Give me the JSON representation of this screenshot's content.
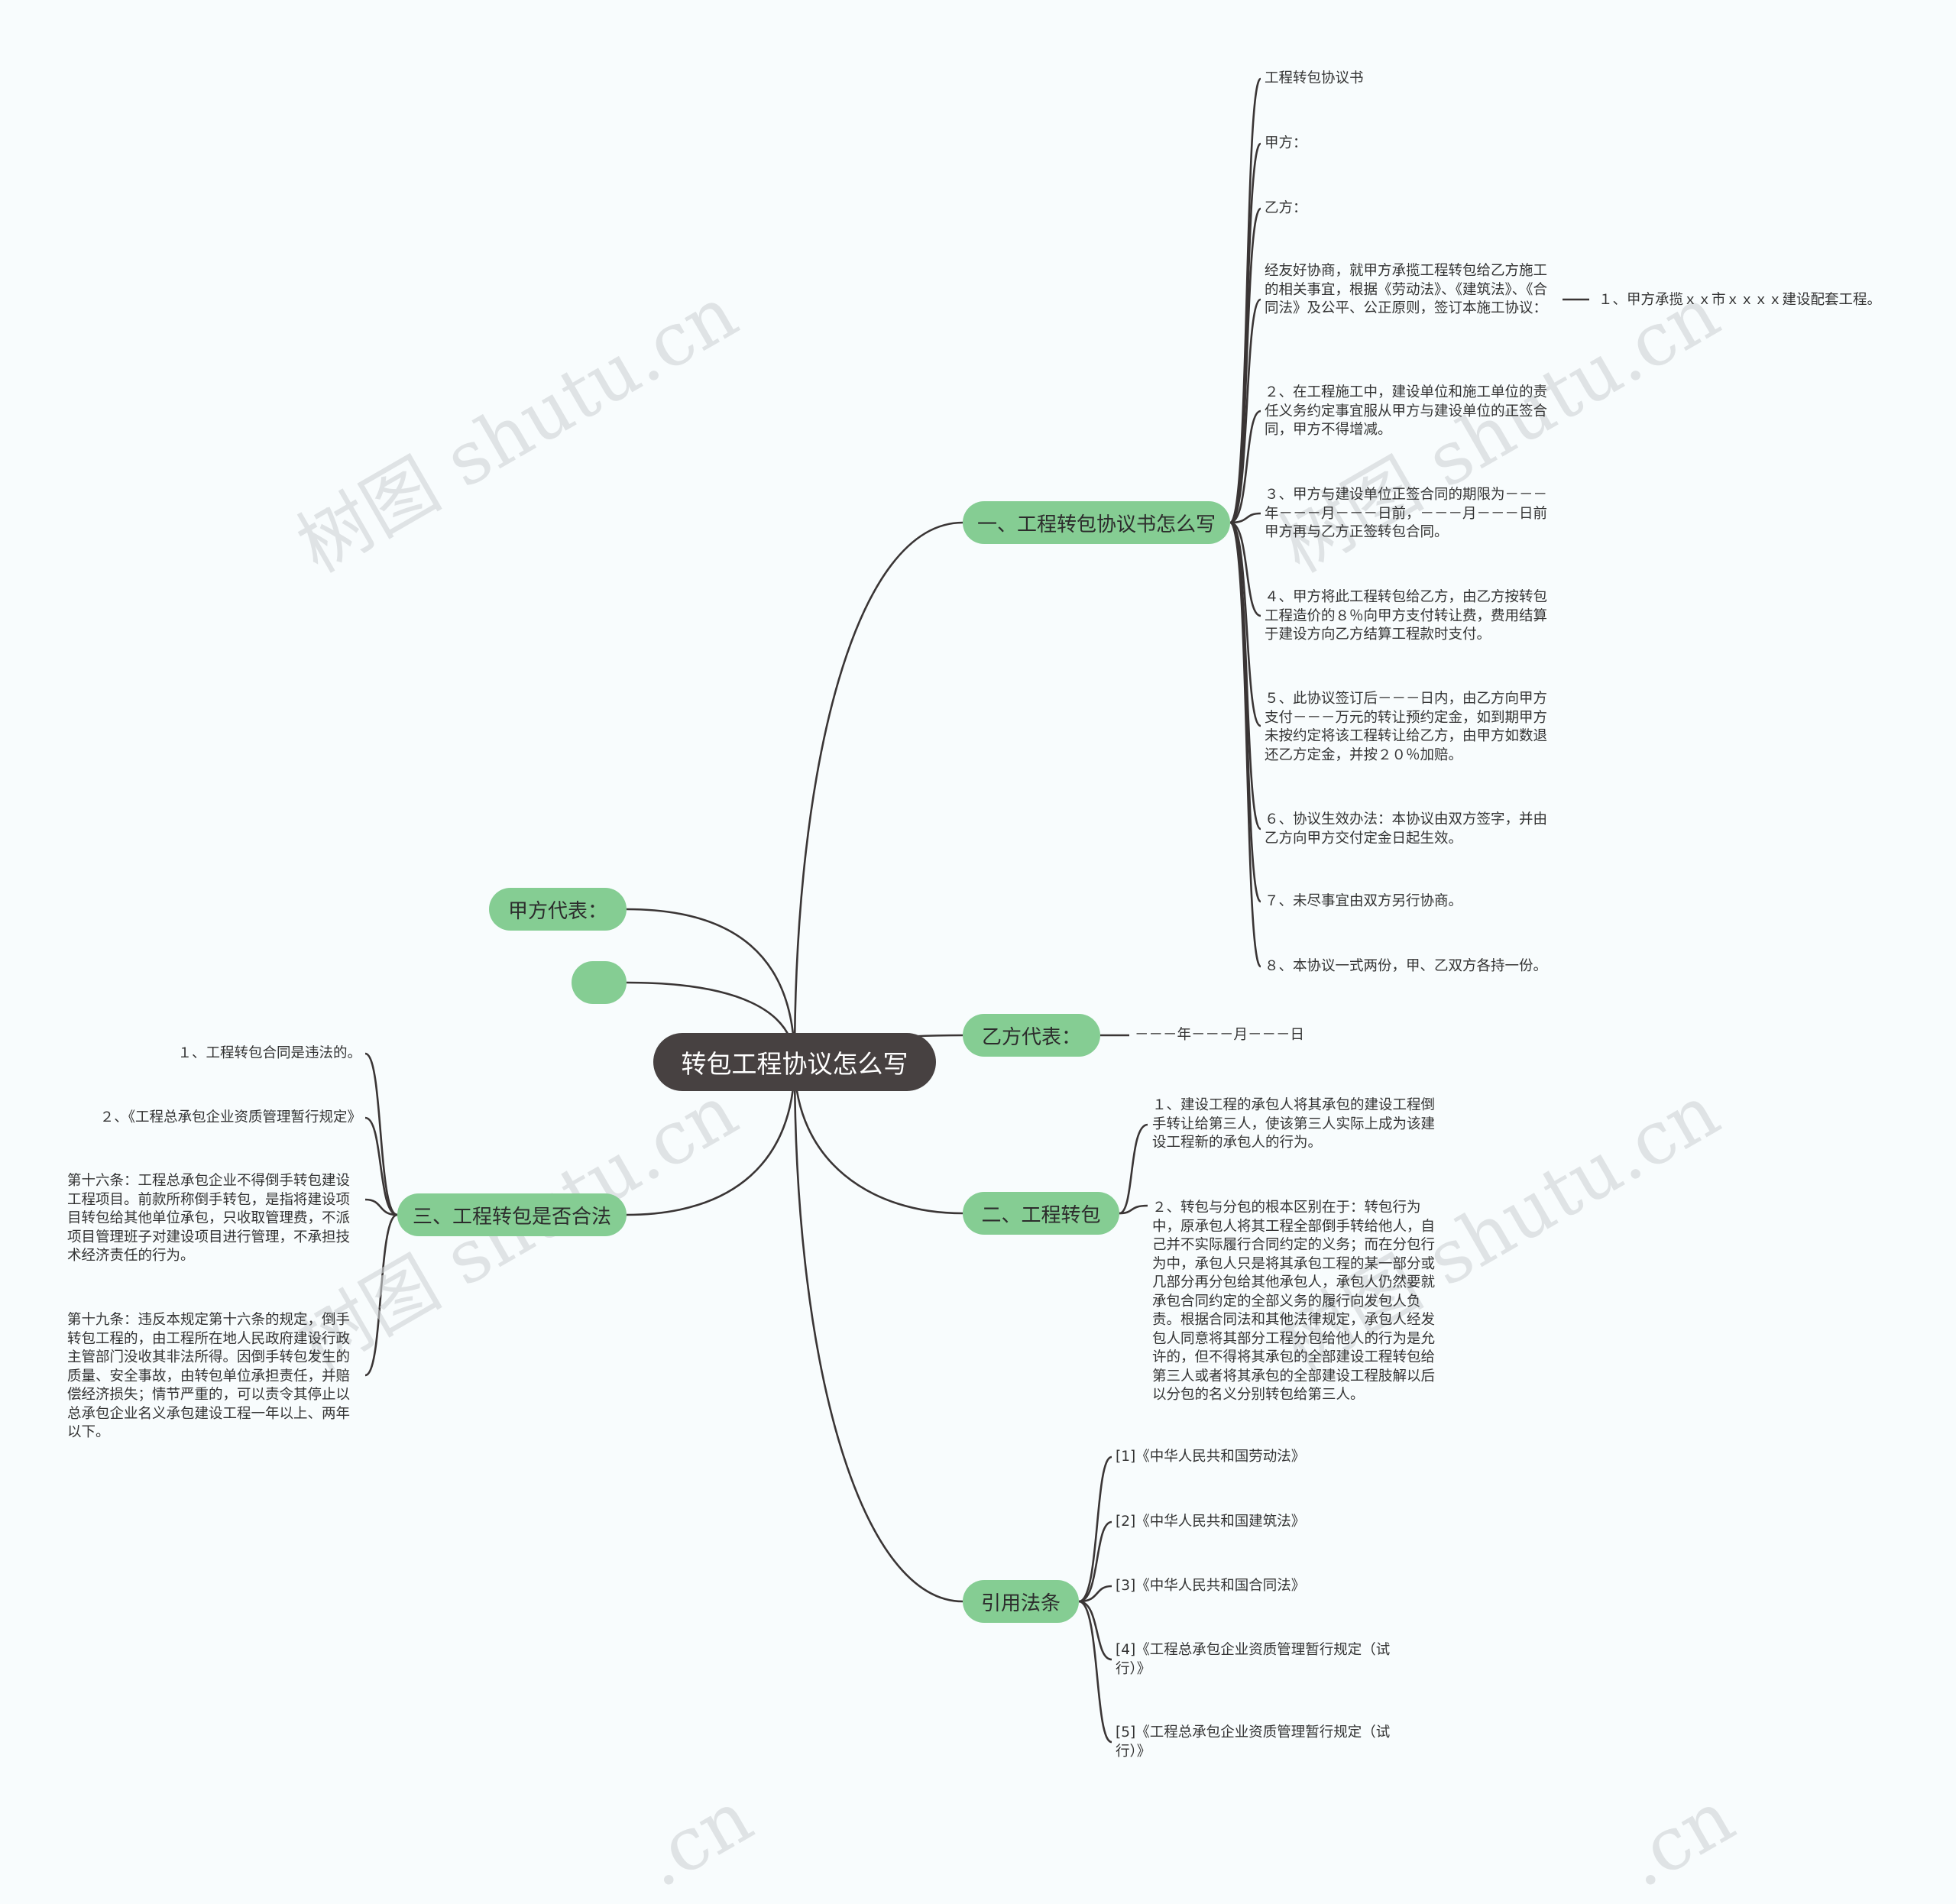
{
  "watermark": "树图 shutu.cn",
  "watermark_fragment": ".cn",
  "colors": {
    "root_bg": "#474141",
    "branch_bg": "#85cd93",
    "line": "#3a3535",
    "background": "#f8fcfd"
  },
  "root": {
    "label": "转包工程协议怎么写"
  },
  "branches": {
    "b1": {
      "label": "一、工程转包协议书怎么写"
    },
    "b2": {
      "label": "乙方代表："
    },
    "b3": {
      "label": "二、工程转包"
    },
    "b4": {
      "label": "引用法条"
    },
    "b5": {
      "label": "甲方代表："
    },
    "b6": {
      "label": ""
    },
    "b7": {
      "label": "三、工程转包是否合法"
    }
  },
  "leaves": {
    "b1": [
      "工程转包协议书",
      "甲方：",
      "乙方：",
      "经友好协商，就甲方承揽工程转包给乙方施工的相关事宜，根据《劳动法》、《建筑法》、《合同法》及公平、公正原则，签订本施工协议：",
      "２、在工程施工中，建设单位和施工单位的责任义务约定事宜服从甲方与建设单位的正签合同，甲方不得增减。",
      "３、甲方与建设单位正签合同的期限为－－－年－－－月－－－日前，－－－月－－－日前甲方再与乙方正签转包合同。",
      "４、甲方将此工程转包给乙方，由乙方按转包工程造价的８％向甲方支付转让费，费用结算于建设方向乙方结算工程款时支付。",
      "５、此协议签订后－－－日内，由乙方向甲方支付－－－万元的转让预约定金，如到期甲方未按约定将该工程转让给乙方，由甲方如数退还乙方定金，并按２０％加赔。",
      "６、协议生效办法：本协议由双方签字，并由乙方向甲方交付定金日起生效。",
      "７、未尽事宜由双方另行协商。",
      "８、本协议一式两份，甲、乙双方各持一份。"
    ],
    "b1_sub": "１、甲方承揽ｘｘ市ｘｘｘｘ建设配套工程。",
    "b2": [
      "－－－年－－－月－－－日"
    ],
    "b3": [
      "１、建设工程的承包人将其承包的建设工程倒手转让给第三人，使该第三人实际上成为该建设工程新的承包人的行为。",
      "２、转包与分包的根本区别在于：转包行为中，原承包人将其工程全部倒手转给他人，自己并不实际履行合同约定的义务；而在分包行为中，承包人只是将其承包工程的某一部分或几部分再分包给其他承包人，承包人仍然要就承包合同约定的全部义务的履行向发包人负责。根据合同法和其他法律规定，承包人经发包人同意将其部分工程分包给他人的行为是允许的，但不得将其承包的全部建设工程转包给第三人或者将其承包的全部建设工程肢解以后以分包的名义分别转包给第三人。"
    ],
    "b4": [
      "[1]《中华人民共和国劳动法》",
      "[2]《中华人民共和国建筑法》",
      "[3]《中华人民共和国合同法》",
      "[4]《工程总承包企业资质管理暂行规定（试行）》",
      "[5]《工程总承包企业资质管理暂行规定（试行）》"
    ],
    "b7": [
      "１、工程转包合同是违法的。",
      "２、《工程总承包企业资质管理暂行规定》",
      "第十六条：工程总承包企业不得倒手转包建设工程项目。前款所称倒手转包，是指将建设项目转包给其他单位承包，只收取管理费，不派项目管理班子对建设项目进行管理，不承担技术经济责任的行为。",
      "第十九条：违反本规定第十六条的规定，倒手转包工程的，由工程所在地人民政府建设行政主管部门没收其非法所得。因倒手转包发生的质量、安全事故，由转包单位承担责任，并赔偿经济损失；情节严重的，可以责令其停止以总承包企业名义承包建设工程一年以上、两年以下。"
    ]
  }
}
